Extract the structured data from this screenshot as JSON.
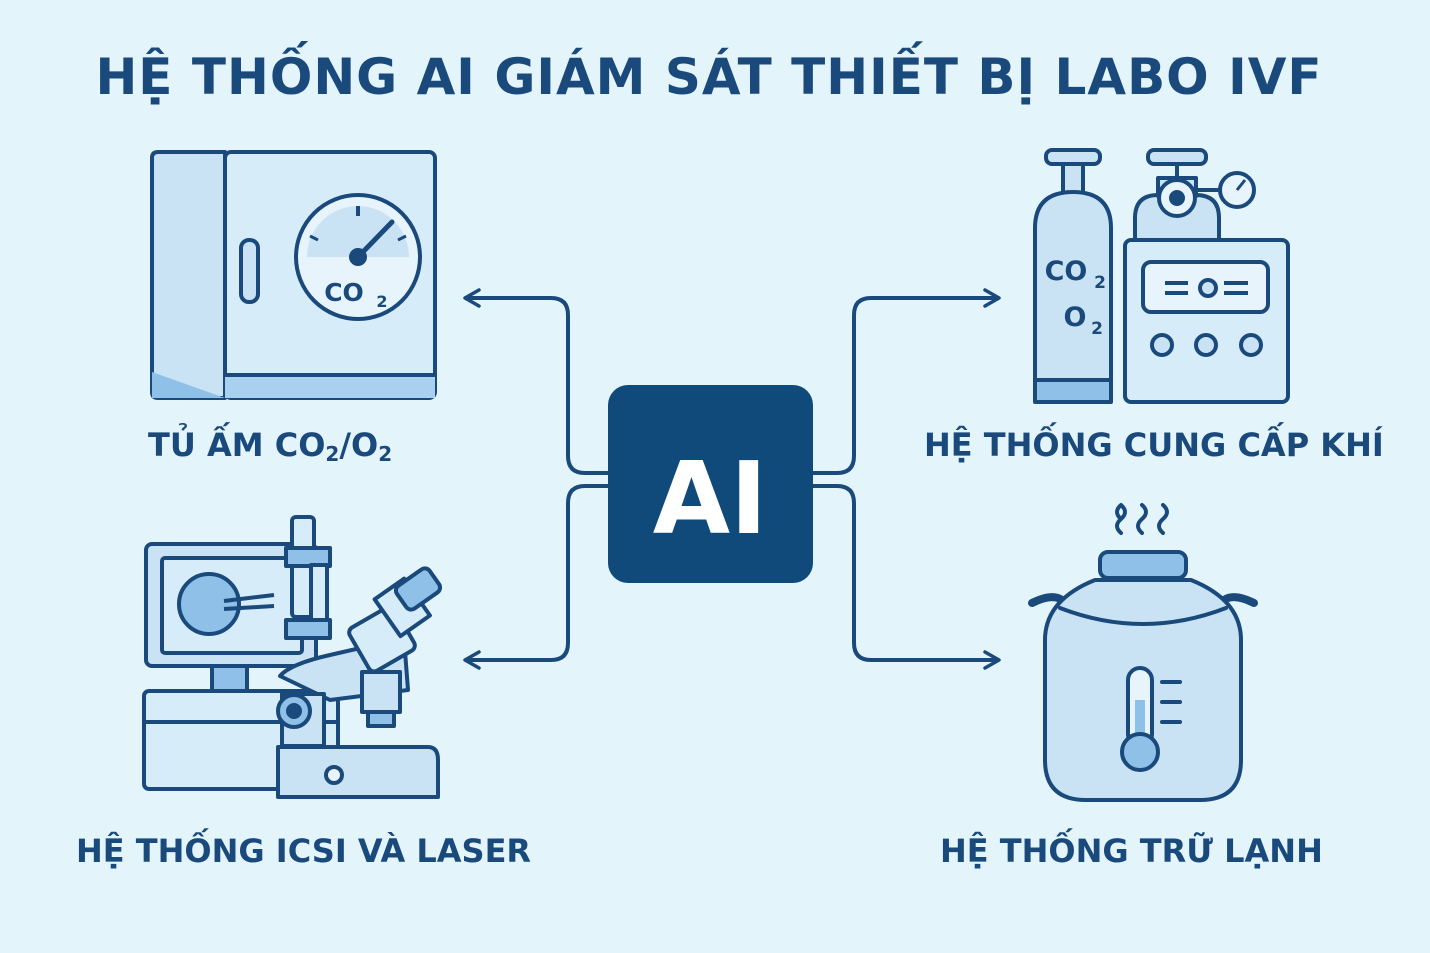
{
  "title": "HỆ THỐNG AI GIÁM SÁT THIẾT BỊ LABO IVF",
  "center": {
    "label": "AI"
  },
  "nodes": {
    "incubator": {
      "label_main": "TỦ ẤM CO",
      "label_sub1": "2",
      "label_mid": "/O",
      "label_sub2": "2",
      "icon": "incubator-icon",
      "gauge_text": "CO",
      "gauge_sub": "2"
    },
    "gas_supply": {
      "label": "HỆ THỐNG CUNG CẤP KHÍ",
      "icon": "gas-cylinder-icon",
      "tank_text1": "CO",
      "tank_sub1": "2",
      "tank_text2": "O",
      "tank_sub2": "2"
    },
    "icsi": {
      "label": "HỆ THỐNG ICSI VÀ LASER",
      "icon": "microscope-icon"
    },
    "cryo": {
      "label": "HỆ THỐNG TRỮ LẠNH",
      "icon": "cryo-tank-icon"
    }
  },
  "colors": {
    "background": "#e4f4fb",
    "primary": "#1a4a7c",
    "fill_light": "#c9e3f5",
    "fill_mid": "#8fc0e8",
    "ai_box": "#0f4a7a"
  }
}
